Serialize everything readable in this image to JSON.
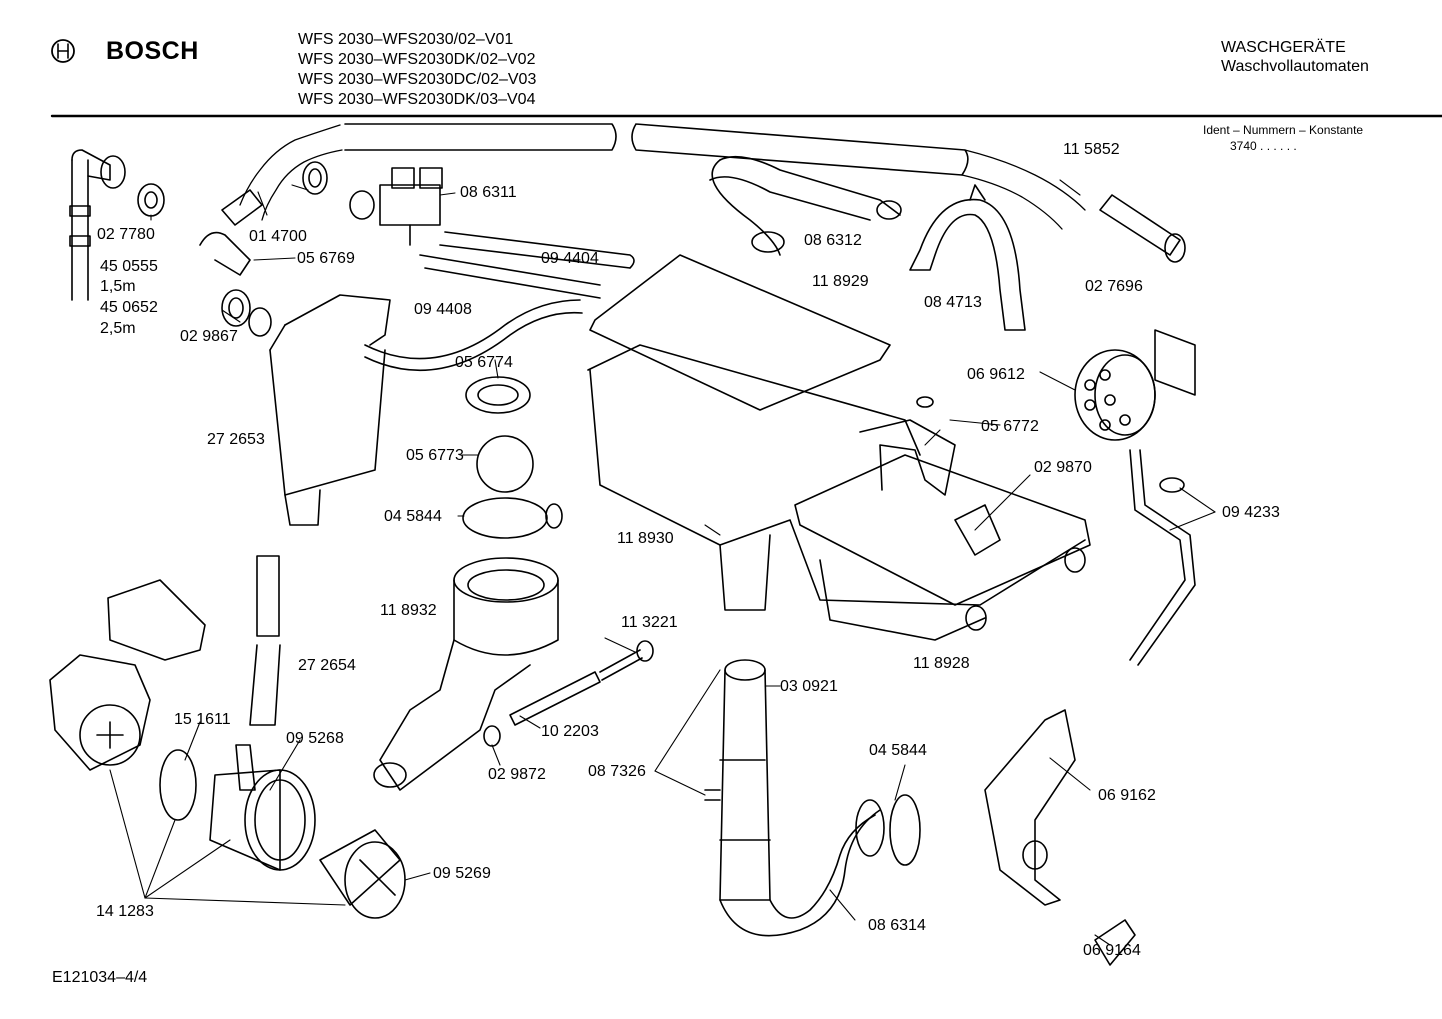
{
  "header": {
    "brand": "BOSCH",
    "models": [
      "WFS 2030–WFS2030/02–V01",
      "WFS 2030–WFS2030DK/02–V02",
      "WFS 2030–WFS2030DC/02–V03",
      "WFS 2030–WFS2030DK/03–V04"
    ],
    "category": "WASCHGERÄTE",
    "subcategory": "Waschvollautomaten",
    "ident_label": "Ident – Nummern – Konstante",
    "ident_value": "3740 . .  . . . ."
  },
  "footer": {
    "drawing_number": "E121034–4/4"
  },
  "parts": {
    "p027780": "02 7780",
    "p450555": "45 0555",
    "len15": "1,5m",
    "p450652": "45 0652",
    "len25": "2,5m",
    "p014700": "01 4700",
    "p086311": "08 6311",
    "p056769": "05 6769",
    "p029867": "02 9867",
    "p094404": "09 4404",
    "p094408": "09 4408",
    "p115852": "11 5852",
    "p086312": "08 6312",
    "p084713": "08 4713",
    "p027696": "02 7696",
    "p118929": "11 8929",
    "p056774": "05 6774",
    "p272653": "27 2653",
    "p056773": "05 6773",
    "p045844a": "04 5844",
    "p069612": "06 9612",
    "p056772": "05 6772",
    "p029870": "02 9870",
    "p094233": "09 4233",
    "p118930": "11 8930",
    "p118932": "11 8932",
    "p113221": "11 3221",
    "p272654": "27 2654",
    "p118928": "11 8928",
    "p030921": "03 0921",
    "p151611": "15 1611",
    "p095268": "09 5268",
    "p102203": "10 2203",
    "p029872": "02 9872",
    "p087326": "08 7326",
    "p045844b": "04 5844",
    "p069162": "06 9162",
    "p095269": "09 5269",
    "p141283": "14 1283",
    "p086314": "08 6314",
    "p069164": "06 9164"
  }
}
